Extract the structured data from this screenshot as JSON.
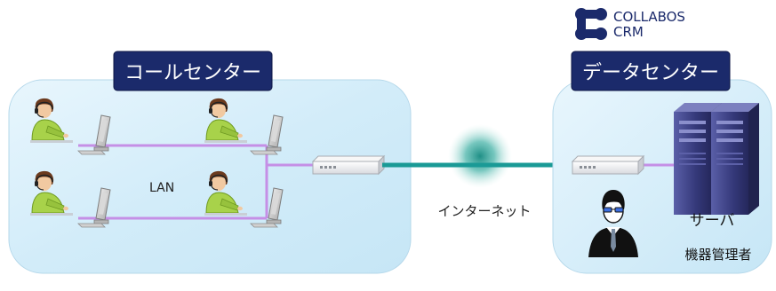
{
  "logo": {
    "line1": "COLLABOS",
    "line2": "CRM"
  },
  "call_center": {
    "title": "コールセンター",
    "lan_label": "LAN"
  },
  "data_center": {
    "title": "データセンター",
    "server_label": "サーバ",
    "admin_label": "機器管理者"
  },
  "internet": {
    "label": "インターネット"
  },
  "colors": {
    "panel_fill": "#d3ecf9",
    "title_bg": "#1b2a6b",
    "title_text": "#ffffff",
    "lan_line": "#c58fe6",
    "internet_line": "#1a9a96",
    "operator_shirt": "#a8d24a",
    "server": "#3a3e86",
    "logo": "#1b2a6b"
  },
  "icons": {
    "operator": "operator-headset-icon",
    "computer": "computer-monitor-icon",
    "router": "router-icon",
    "server": "server-tower-icon",
    "admin": "admin-person-icon",
    "logo": "collabos-logo-icon"
  }
}
